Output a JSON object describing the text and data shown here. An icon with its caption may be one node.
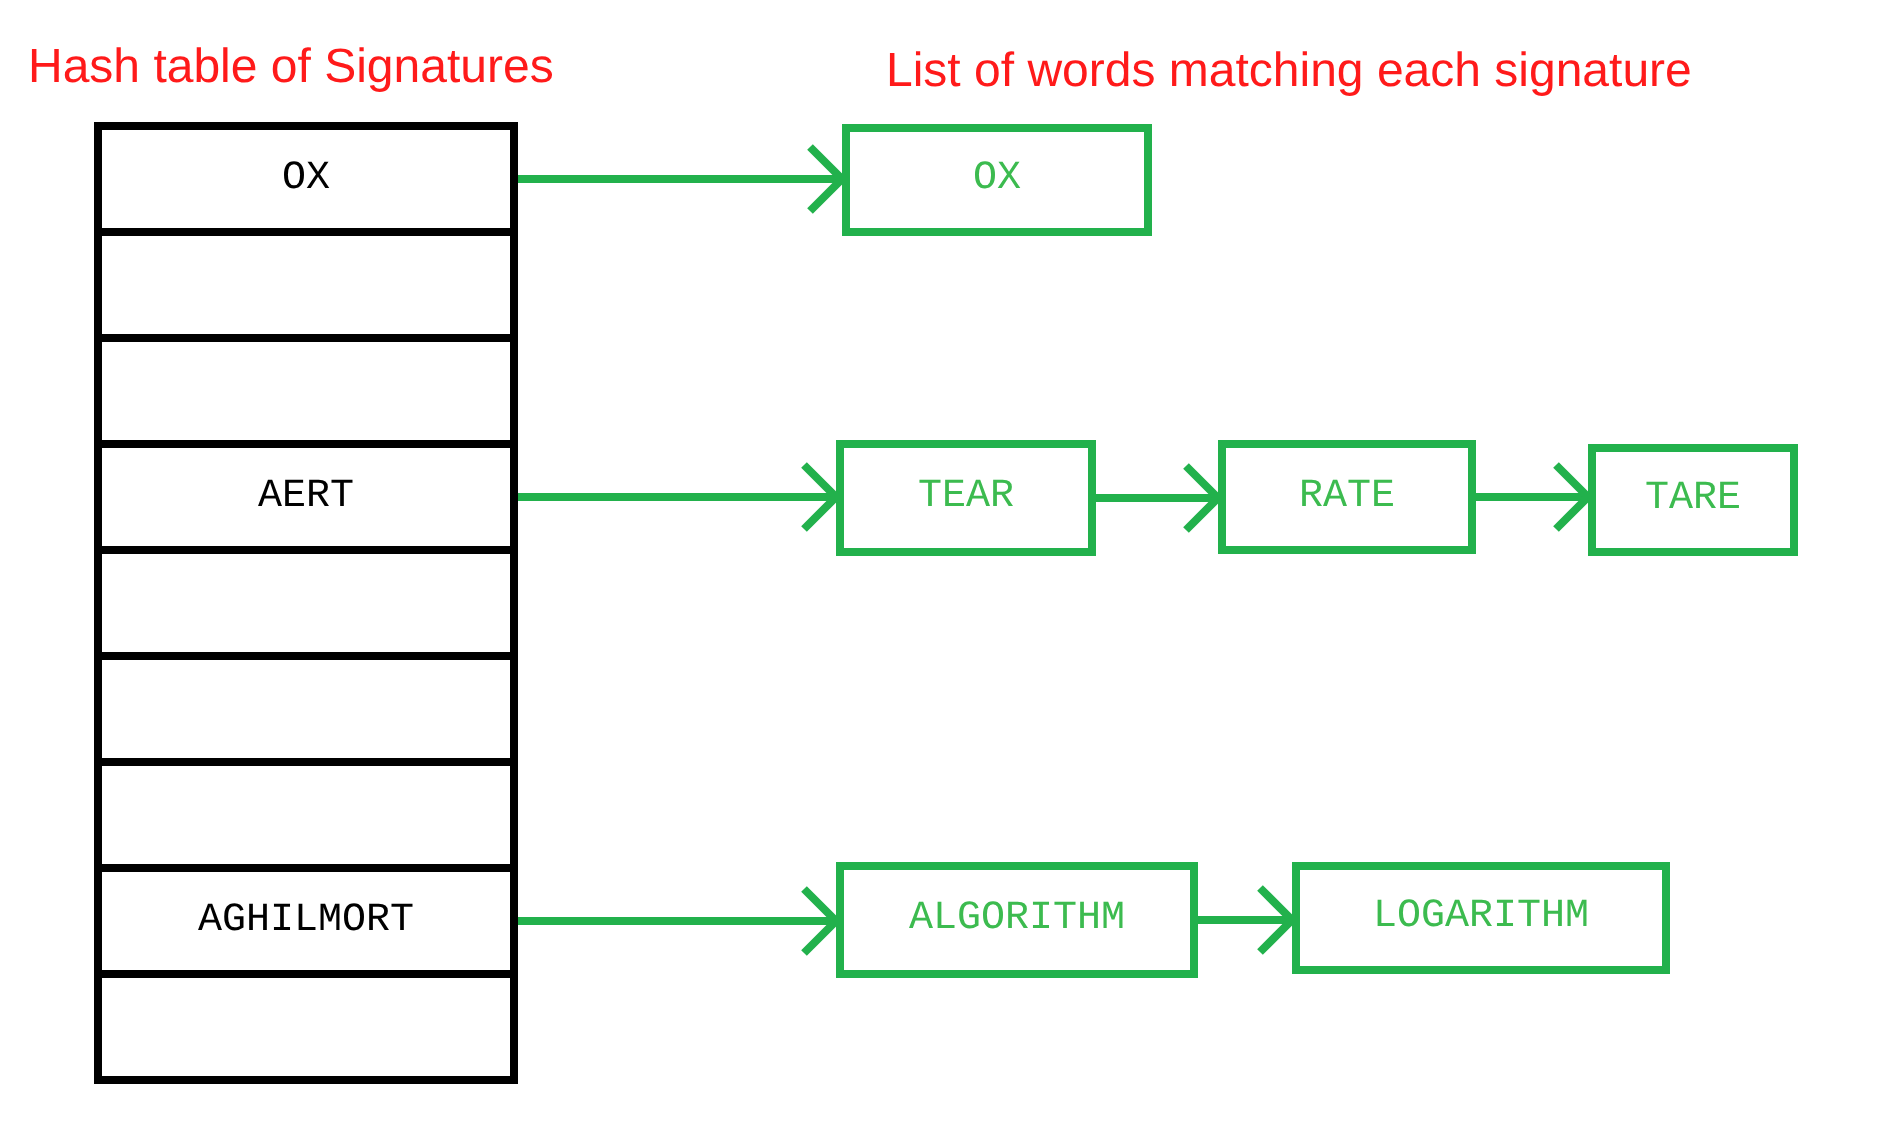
{
  "diagram": {
    "nodes": [
      {
        "text": [
          "OX"
        ]
      },
      {
        "text": [],
        "shape": "box"
      },
      {
        "text": [],
        "shape": "box"
      },
      {
        "text": [
          "AERT"
        ]
      },
      {
        "text": [],
        "shape": "box"
      },
      {
        "text": [],
        "shape": "box"
      },
      {
        "text": [],
        "shape": "box"
      },
      {
        "text": [
          "AGHILMORT"
        ]
      },
      {
        "text": [],
        "shape": "box"
      },
      {
        "text": [
          "OX"
        ]
      },
      {
        "text": [
          "TEAR"
        ]
      },
      {
        "text": [
          "RATE"
        ]
      },
      {
        "text": [
          "TARE"
        ]
      },
      {
        "text": [
          "ALGORITHM"
        ]
      },
      {
        "text": [
          "LOGARITHM"
        ]
      }
    ],
    "edges": [
      {
        "from": 0,
        "to": 9,
        "arrow": "to"
      },
      {
        "from": 3,
        "to": 10,
        "arrow": "to"
      },
      {
        "from": 10,
        "to": 11,
        "arrow": "to"
      },
      {
        "from": 11,
        "to": 12,
        "arrow": "to"
      },
      {
        "from": 7,
        "to": 13,
        "arrow": "to"
      },
      {
        "from": 13,
        "to": 14,
        "arrow": "to"
      }
    ],
    "labels": [
      "Hash table of Signatures",
      "List of words matching each signature"
    ]
  }
}
